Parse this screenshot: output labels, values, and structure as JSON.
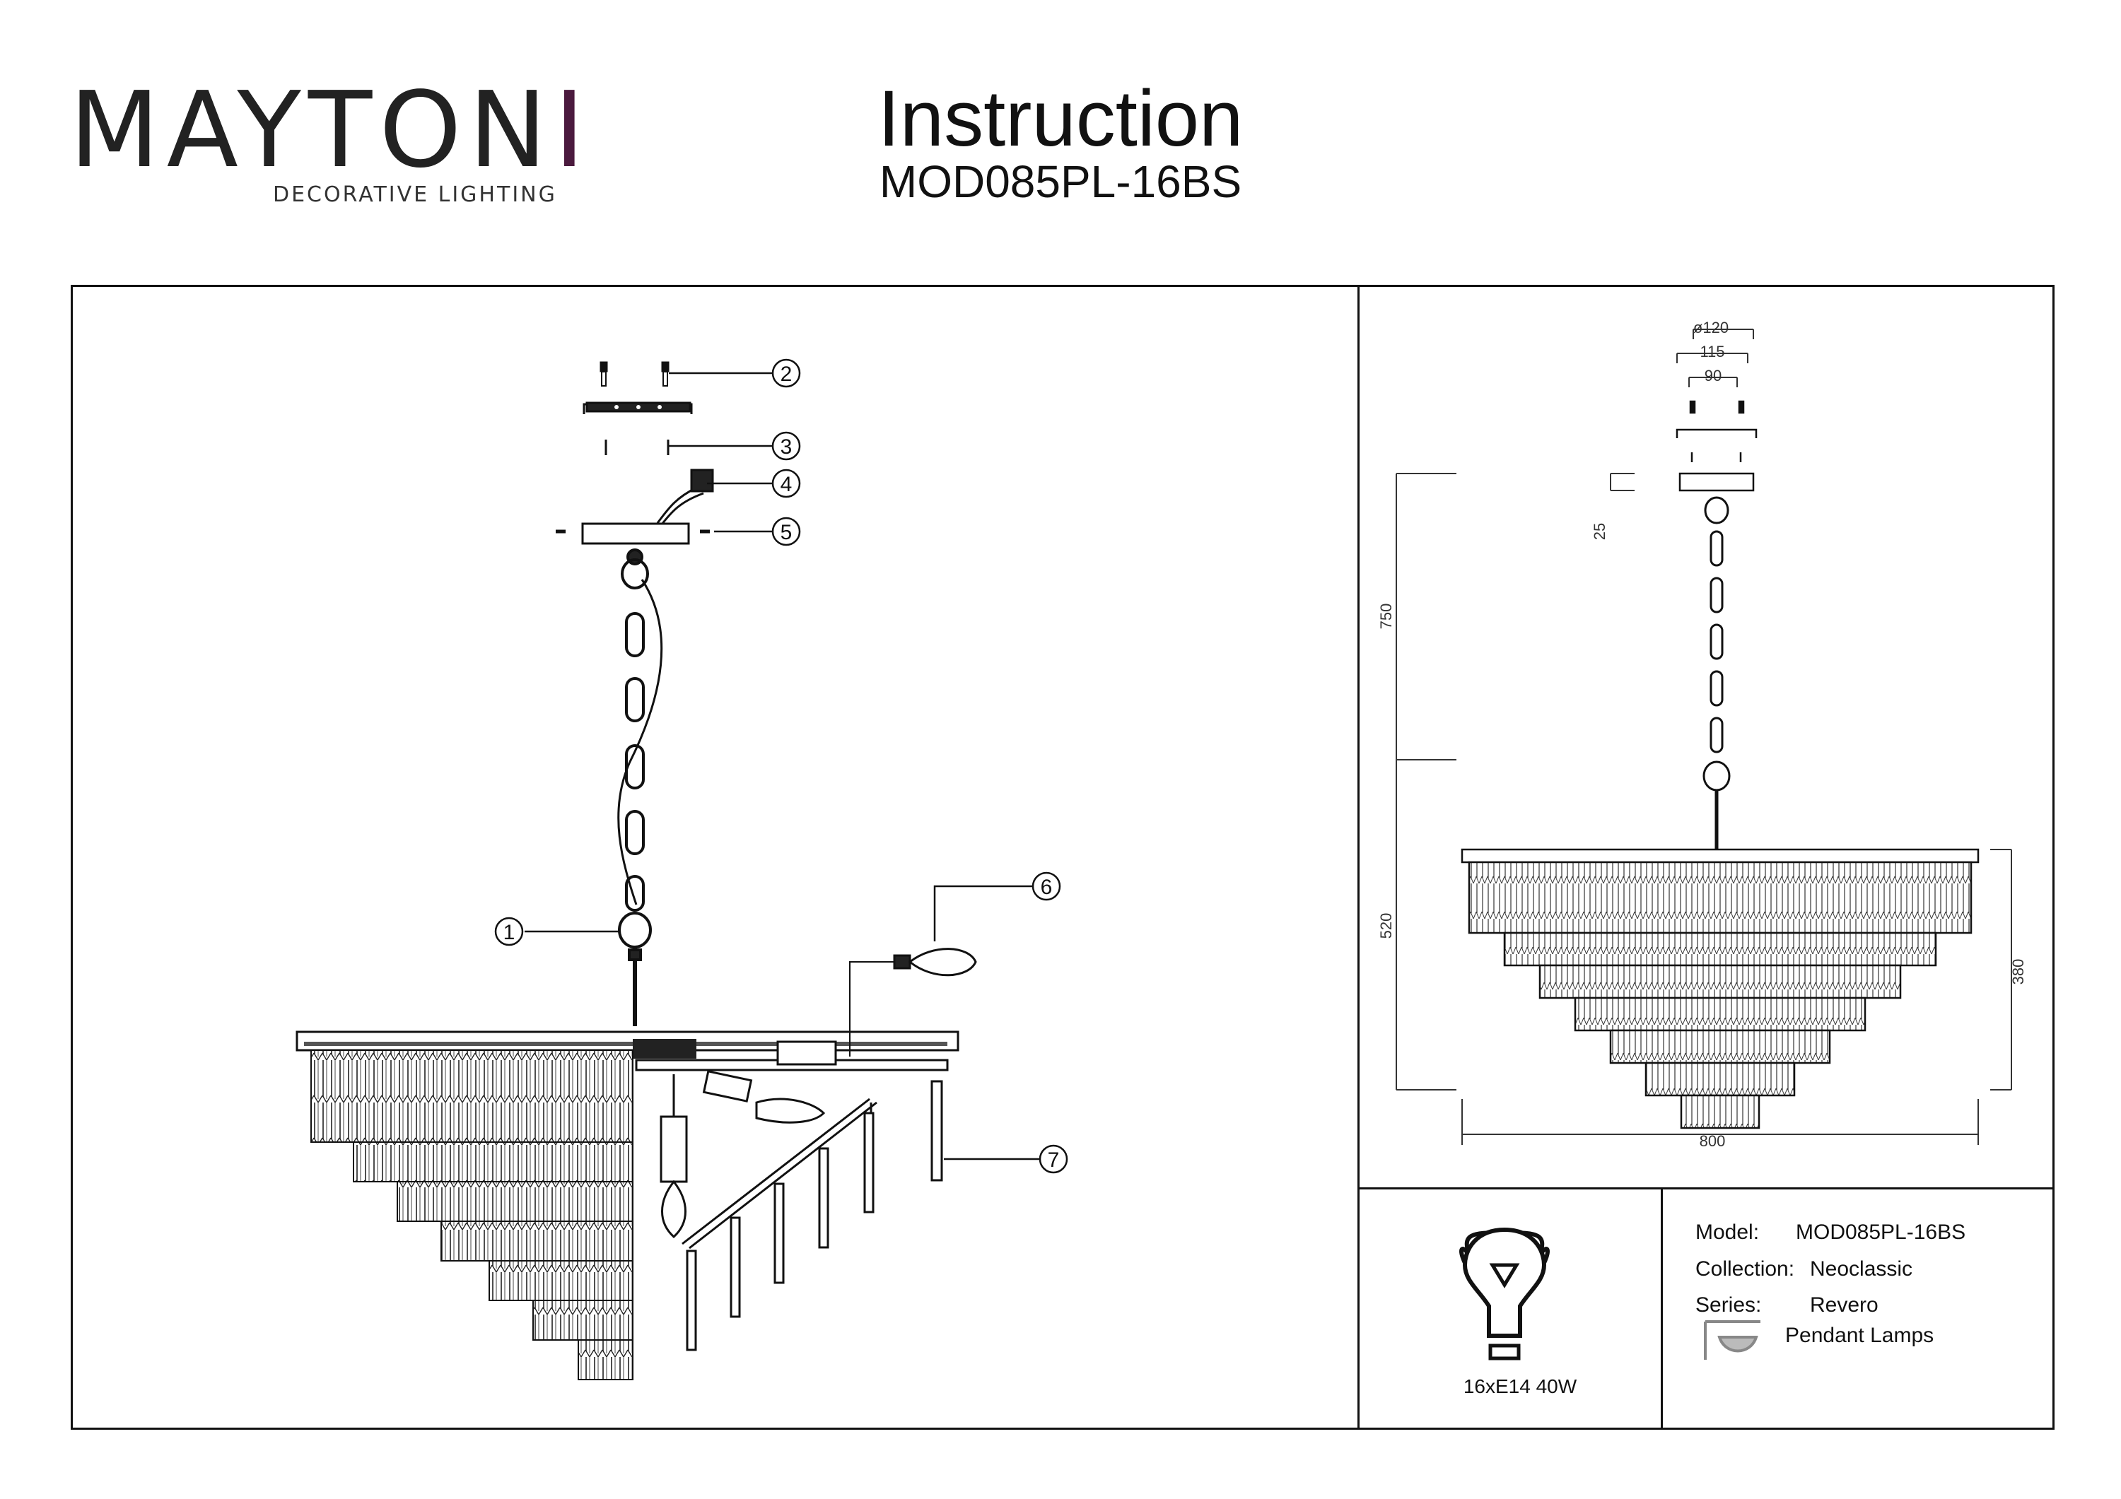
{
  "brand": {
    "name_prefix": "MAYTON",
    "name_suffix": "I",
    "tagline": "DECORATIVE LIGHTING",
    "accent_color": "#4b1a3e"
  },
  "header": {
    "title": "Instruction",
    "model": "MOD085PL-16BS"
  },
  "assembly": {
    "callouts": [
      "1",
      "2",
      "3",
      "4",
      "5",
      "6",
      "7"
    ]
  },
  "dimensions": {
    "canopy_diameter": "ø120",
    "mount_width": "115",
    "screw_spacing": "90",
    "canopy_height": "25",
    "chain_length": "750",
    "body_height": "520",
    "crystal_height": "380",
    "width": "800"
  },
  "bulb": {
    "icon": "light-bulb-icon",
    "spec": "16xE14 40W"
  },
  "specs": {
    "model_label": "Model:",
    "model_value": "MOD085PL-16BS",
    "collection_label": "Collection:",
    "collection_value": "Neoclassic",
    "series_label": "Series:",
    "series_value": "Revero",
    "type_icon": "pendant-lamp-icon",
    "type_value": "Pendant Lamps"
  }
}
